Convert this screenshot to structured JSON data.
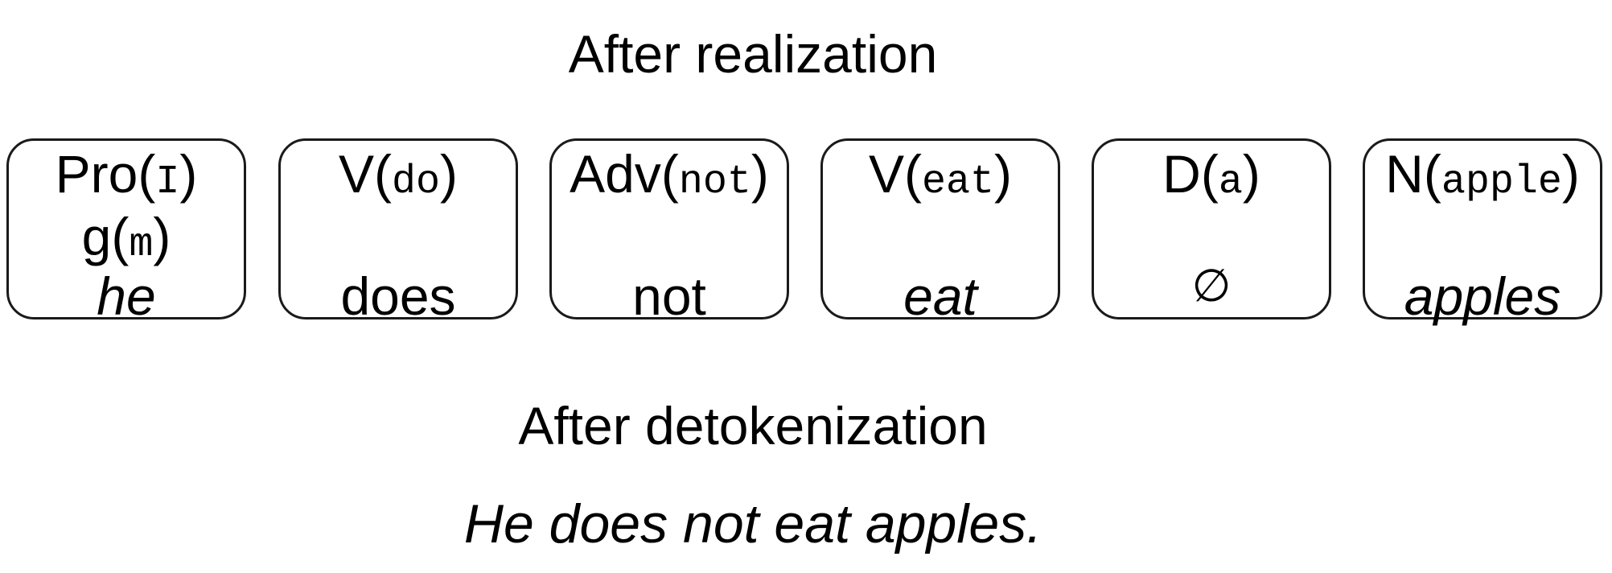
{
  "headings": {
    "realization": "After realization",
    "detokenization": "After detokenization"
  },
  "sentence": "He does not eat apples.",
  "tokens": [
    {
      "category": "Pro",
      "lemma": "I",
      "feature_name": "g",
      "feature_value": "m",
      "surface": "he"
    },
    {
      "category": "V",
      "lemma": "do",
      "surface": "does"
    },
    {
      "category": "Adv",
      "lemma": "not",
      "surface": "not"
    },
    {
      "category": "V",
      "lemma": "eat",
      "surface": "eat"
    },
    {
      "category": "D",
      "lemma": "a",
      "surface": "∅"
    },
    {
      "category": "N",
      "lemma": "apple",
      "surface": "apples"
    }
  ],
  "punctuation": {
    "open": "(",
    "close": ")"
  }
}
